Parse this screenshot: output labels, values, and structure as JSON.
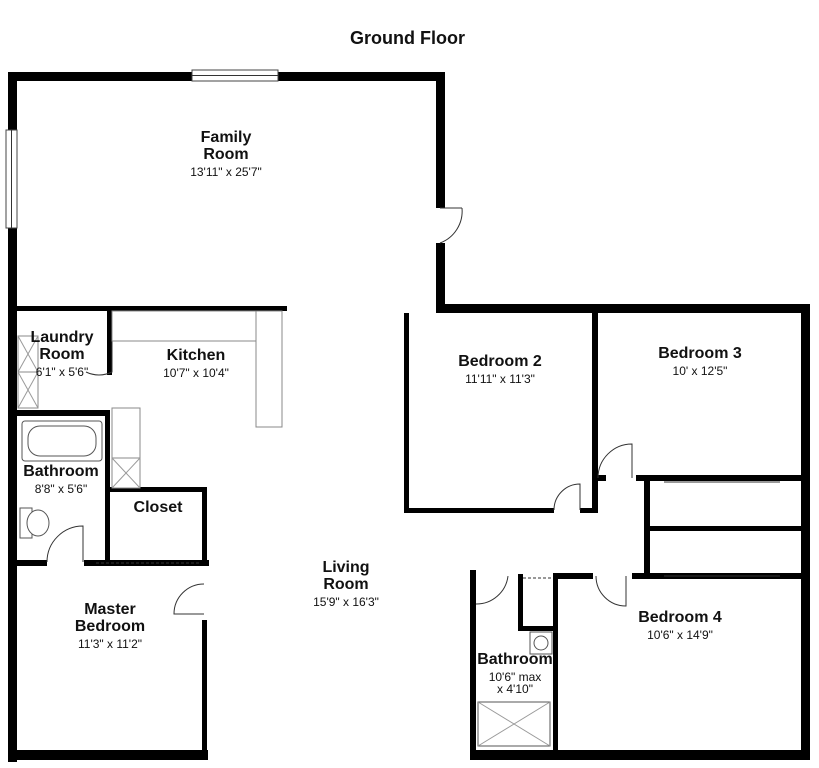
{
  "plan": {
    "title": "Ground Floor",
    "rooms": {
      "family_room": {
        "name": "Family\nRoom",
        "dims": "13'11\" x 25'7\""
      },
      "laundry_room": {
        "name": "Laundry\nRoom",
        "dims": "6'1\" x 5'6\""
      },
      "kitchen": {
        "name": "Kitchen",
        "dims": "10'7\" x 10'4\""
      },
      "bathroom_1": {
        "name": "Bathroom",
        "dims": "8'8\" x 5'6\""
      },
      "closet": {
        "name": "Closet",
        "dims": ""
      },
      "living_room": {
        "name": "Living\nRoom",
        "dims": "15'9\" x 16'3\""
      },
      "master_bedroom": {
        "name": "Master\nBedroom",
        "dims": "11'3\" x 11'2\""
      },
      "bedroom_2": {
        "name": "Bedroom 2",
        "dims": "11'11\" x 11'3\""
      },
      "bedroom_3": {
        "name": "Bedroom 3",
        "dims": "10' x 12'5\""
      },
      "bedroom_4": {
        "name": "Bedroom 4",
        "dims": "10'6\" x 14'9\""
      },
      "bathroom_2": {
        "name": "Bathroom",
        "dims": "10'6\" max\nx 4'10\""
      }
    }
  }
}
